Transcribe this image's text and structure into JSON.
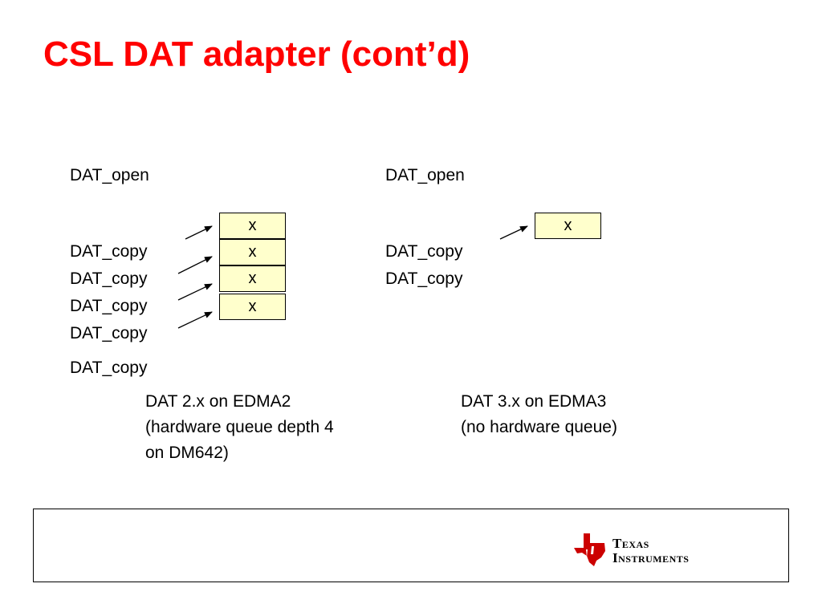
{
  "slide": {
    "title": "CSL DAT adapter (cont’d)",
    "accent_color": "#ff0000",
    "box_fill": "#ffffcc"
  },
  "left": {
    "open_label": "DAT_open",
    "copy_labels": [
      "DAT_copy",
      "DAT_copy",
      "DAT_copy",
      "DAT_copy",
      "DAT_copy"
    ],
    "queue_items": [
      "x",
      "x",
      "x",
      "x"
    ],
    "caption": [
      "DAT 2.x on EDMA2",
      "(hardware queue depth 4",
      "on DM642)"
    ]
  },
  "right": {
    "open_label": "DAT_open",
    "copy_labels": [
      "DAT_copy",
      "DAT_copy"
    ],
    "queue_items": [
      "x"
    ],
    "caption": [
      "DAT 3.x on EDMA3",
      "(no hardware queue)"
    ]
  },
  "footer": {
    "logo_text": [
      "Texas",
      "Instruments"
    ],
    "logo_color": "#cc0000"
  }
}
